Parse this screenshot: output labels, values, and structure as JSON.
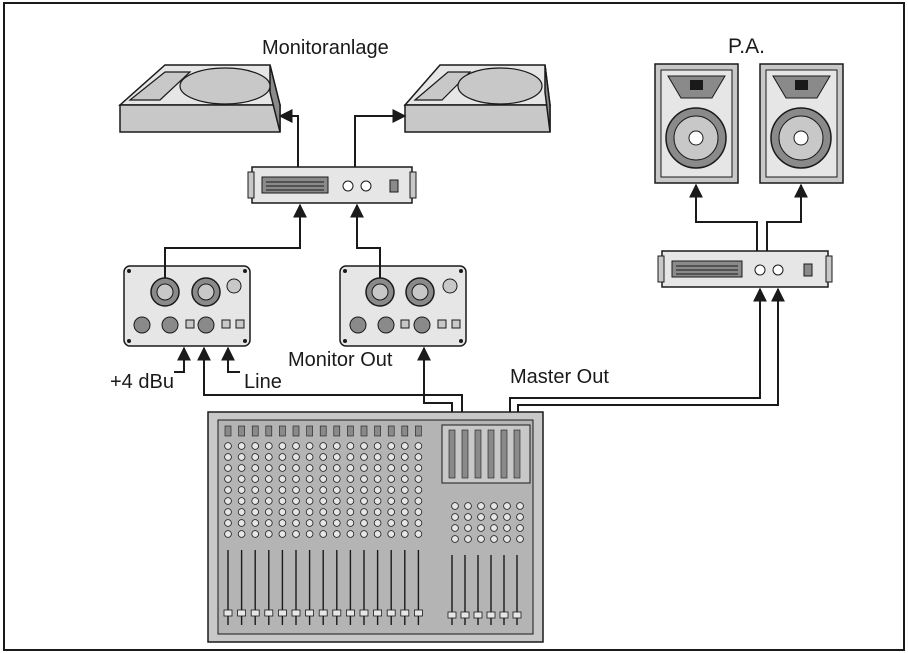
{
  "labels": {
    "monitor_system": "Monitoranlage",
    "pa": "P.A.",
    "monitor_out": "Monitor Out",
    "master_out": "Master Out",
    "plus4_dbu": "+4 dBu",
    "line": "Line"
  },
  "colors": {
    "line": "#1a1a1a",
    "speaker_body": "#c8c8c8",
    "speaker_dark": "#8a8a8a",
    "mixer_body": "#b4b4b4",
    "panel": "#e6e6e6"
  },
  "icons": [
    "monitor-wedge-icon",
    "power-amplifier-icon",
    "di-box-icon",
    "pa-speaker-icon",
    "mixing-console-icon",
    "arrow-icon"
  ]
}
